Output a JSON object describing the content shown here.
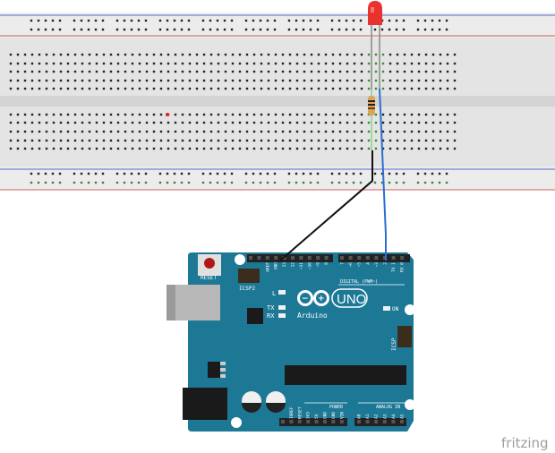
{
  "colors": {
    "board": "#1d7896",
    "breadboard": "#e6e6e6",
    "rail_blue": "#4a5ad0",
    "rail_red": "#d05050",
    "led": "#e8322e",
    "wire_black": "#111111",
    "wire_blue": "#2a6fd0"
  },
  "breadboard": {
    "columns": 63,
    "rows_per_block": 5,
    "rail_groups": 10
  },
  "arduino": {
    "reset_label": "RESET",
    "icsp2_label": "ICSP2",
    "icsp_label": "ICSP",
    "l_label": "L",
    "tx_label": "TX",
    "rx_label": "RX",
    "on_label": "ON",
    "brand": "Arduino",
    "model": "UNO",
    "digital_label": "DIGITAL (PWM~)",
    "power_label": "POWER",
    "analog_label": "ANALOG IN",
    "digital_pins_left": [
      "AREF",
      "GND",
      "13",
      "12",
      "~11",
      "~10",
      "~9",
      "8"
    ],
    "digital_pins_right": [
      "7",
      "~6",
      "~5",
      "4",
      "~3",
      "2",
      "TX 1",
      "RX 0"
    ],
    "power_pins": [
      "IOREF",
      "RESET",
      "3V3",
      "5V",
      "GND",
      "GND",
      "VIN"
    ],
    "analog_pins": [
      "A0",
      "A1",
      "A2",
      "A3",
      "A4",
      "A5"
    ]
  },
  "watermark": "fritzing"
}
